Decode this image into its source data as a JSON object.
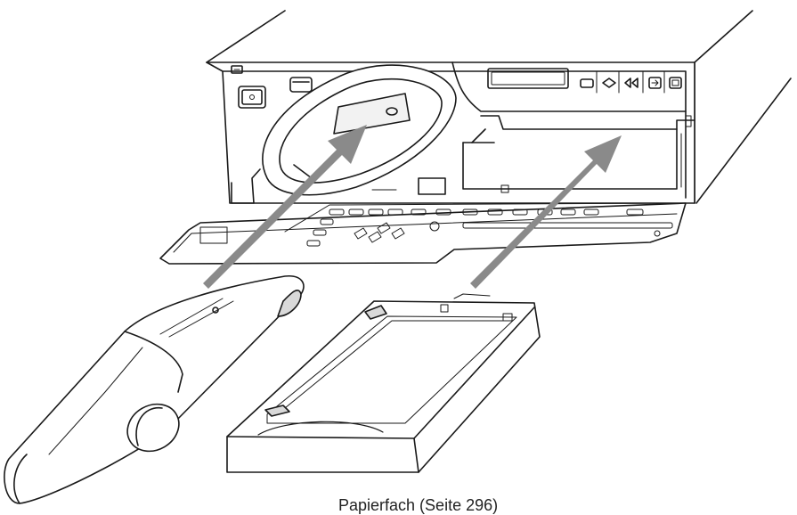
{
  "figure": {
    "caption": "Papierfach (Seite 296)",
    "parts": [
      "printer",
      "ink-ribbon-cartridge",
      "paper-tray"
    ]
  },
  "colors": {
    "line": "#1a1a1a",
    "arrow": "#8a8a8a",
    "fill": "#ffffff",
    "shade": "#d9d9d9"
  }
}
